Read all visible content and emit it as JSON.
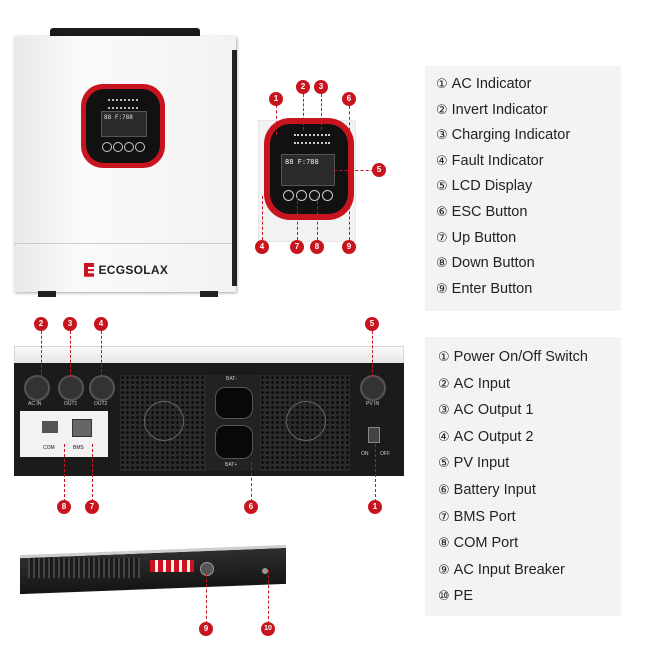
{
  "brand": {
    "name": "ECGSOLAX",
    "accent": "#c8141e"
  },
  "display": {
    "digits": "88 F:788"
  },
  "front_legend": [
    {
      "num": "①",
      "label": "AC Indicator"
    },
    {
      "num": "②",
      "label": "Invert Indicator"
    },
    {
      "num": "③",
      "label": "Charging Indicator"
    },
    {
      "num": "④",
      "label": "Fault Indicator"
    },
    {
      "num": "⑤",
      "label": "LCD Display"
    },
    {
      "num": "⑥",
      "label": "ESC Button"
    },
    {
      "num": "⑦",
      "label": "Up Button"
    },
    {
      "num": "⑧",
      "label": "Down Button"
    },
    {
      "num": "⑨",
      "label": "Enter Button"
    }
  ],
  "bottom_legend": [
    {
      "num": "①",
      "label": "Power On/Off Switch"
    },
    {
      "num": "②",
      "label": "AC Input"
    },
    {
      "num": "③",
      "label": "AC Output 1"
    },
    {
      "num": "④",
      "label": "AC Output 2"
    },
    {
      "num": "⑤",
      "label": "PV Input"
    },
    {
      "num": "⑥",
      "label": "Battery Input"
    },
    {
      "num": "⑦",
      "label": "BMS Port"
    },
    {
      "num": "⑧",
      "label": "COM Port"
    },
    {
      "num": "⑨",
      "label": "AC Input Breaker"
    },
    {
      "num": "⑩",
      "label": "PE"
    }
  ],
  "bottom_panel": {
    "ac_in": "AC IN",
    "out1": "OUT1",
    "out2": "OUT2",
    "com": "COM",
    "bms": "BMS",
    "bat_neg": "BAT-",
    "bat_pos": "BAT+",
    "pv_in": "PV IN",
    "on": "ON",
    "off": "OFF"
  },
  "callouts": {
    "front": [
      "1",
      "2",
      "3",
      "4",
      "5",
      "6",
      "7",
      "8",
      "9"
    ],
    "bottom": [
      "2",
      "3",
      "4",
      "5",
      "8",
      "7",
      "6",
      "1"
    ],
    "side": [
      "9",
      "10"
    ]
  }
}
